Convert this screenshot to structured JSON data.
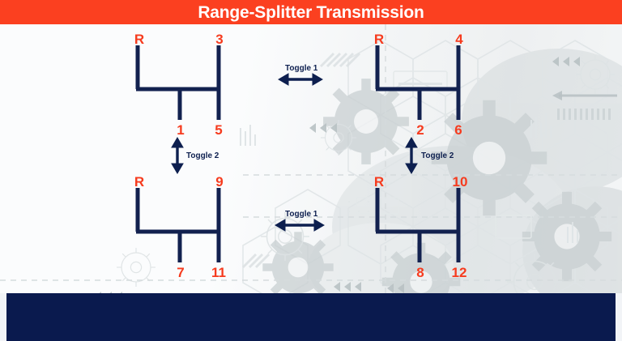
{
  "header": {
    "title": "Range-Splitter Transmission",
    "background_color": "#fb4020",
    "text_color": "#ffffff"
  },
  "footer": {
    "background_color": "#0a1a4e"
  },
  "theme": {
    "line_color": "#12214f",
    "label_color": "#f63b1e",
    "toggle_color": "#0d1f4f",
    "background_color": "#f2f4f7"
  },
  "diagrams": [
    {
      "id": "top-left",
      "name": "gear-pattern-top-left",
      "labels": {
        "top_left": "R",
        "top_right": "3",
        "bottom_left": "1",
        "bottom_right": "5"
      }
    },
    {
      "id": "top-right",
      "name": "gear-pattern-top-right",
      "labels": {
        "top_left": "R",
        "top_right": "4",
        "bottom_left": "2",
        "bottom_right": "6"
      }
    },
    {
      "id": "bottom-left",
      "name": "gear-pattern-bottom-left",
      "labels": {
        "top_left": "R",
        "top_right": "9",
        "bottom_left": "7",
        "bottom_right": "11"
      }
    },
    {
      "id": "bottom-right",
      "name": "gear-pattern-bottom-right",
      "labels": {
        "top_left": "R",
        "top_right": "10",
        "bottom_left": "8",
        "bottom_right": "12"
      }
    }
  ],
  "toggles": [
    {
      "id": "toggle-1-top",
      "label": "Toggle 1",
      "direction": "horizontal"
    },
    {
      "id": "toggle-1-bottom",
      "label": "Toggle 1",
      "direction": "horizontal"
    },
    {
      "id": "toggle-2-left",
      "label": "Toggle 2",
      "direction": "vertical"
    },
    {
      "id": "toggle-2-right",
      "label": "Toggle 2",
      "direction": "vertical"
    }
  ]
}
